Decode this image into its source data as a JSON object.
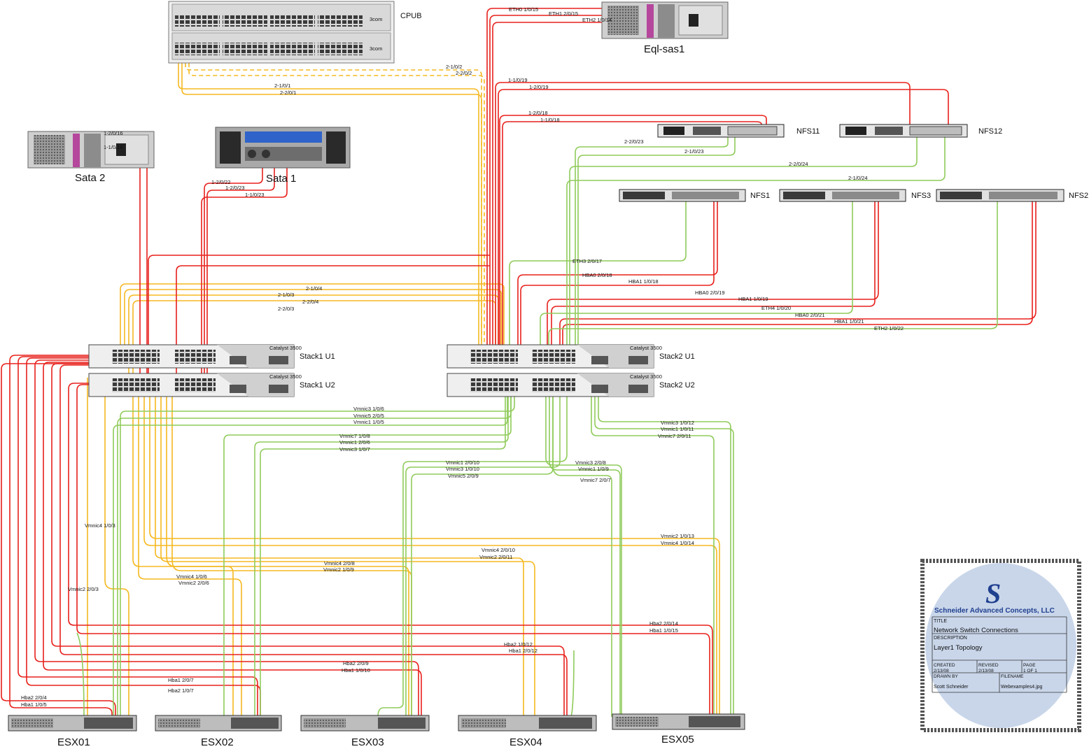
{
  "devices": {
    "cpub": "CPUB",
    "cpub_brand": "3com",
    "eql": "Eql-sas1",
    "sata2": "Sata 2",
    "sata1": "Sata 1",
    "nfs11": "NFS11",
    "nfs12": "NFS12",
    "nfs1": "NFS1",
    "nfs3": "NFS3",
    "nfs2": "NFS2",
    "stack1u1": "Stack1 U1",
    "stack1u2": "Stack1 U2",
    "stack2u1": "Stack2 U1",
    "stack2u2": "Stack2 U2",
    "switch_model": "Catalyst 3500",
    "esx01": "ESX01",
    "esx02": "ESX02",
    "esx03": "ESX03",
    "esx04": "ESX04",
    "esx05": "ESX05"
  },
  "link_labels": {
    "eth0": "ETH0 1/0/15",
    "eth1": "ETH1 2/0/15",
    "eth2": "ETH2 1/0/14",
    "c_2_1_0_2": "2-1/0/2",
    "c_2_2_0_2": "2-2/0/2",
    "c_2_1_0_1": "2-1/0/1",
    "c_2_2_0_1": "2-2/0/1",
    "c_1_1_0_19": "1-1/0/19",
    "c_1_2_0_19": "1-2/0/19",
    "c_1_2_0_18": "1-2/0/18",
    "c_1_1_0_18": "1-1/0/18",
    "s2_1_2_0_16": "1-2/0/16",
    "s2_1_1_0_16": "1-1/0/16",
    "c_2_2_0_23": "2-2/0/23",
    "c_2_1_0_23": "2-1/0/23",
    "c_2_2_0_24": "2-2/0/24",
    "c_2_1_0_24": "2-1/0/24",
    "s1_1_2_0_22": "1-2/0/22",
    "s1_1_2_0_23": "1-2/0/23",
    "s1_1_1_0_23": "1-1/0/23",
    "eth3": "ETH3 2/0/17",
    "hba0_18": "HBA0 2/0/18",
    "hba1_18": "HBA1 1/0/18",
    "c_2_1_0_4": "2-1/0/4",
    "c_2_1_0_3": "2-1/0/3",
    "c_2_2_0_4": "2-2/0/4",
    "c_2_2_0_3": "2-2/0/3",
    "hba0_19": "HBA0 2/0/19",
    "hba1_19": "HBA1 1/0/19",
    "eth4": "ETH4 1/0/20",
    "hba0_21": "HBA0 2/0/21",
    "hba1_21": "HBA1 1/0/21",
    "eth2_22": "ETH2 1/0/22",
    "vm3_106": "Vmnic3 1/0/6",
    "vm5_205": "Vmnic5 2/0/5",
    "vm1_105": "Vmnic1 1/0/5",
    "vm7_108": "Vmnic7 1/0/8",
    "vm1_206": "Vmnic1 2/0/6",
    "vm3_107": "Vmnic3 1/0/7",
    "vm3_1012": "Vmnic3 1/0/12",
    "vm1_1011": "Vmnic1 1/0/11",
    "vm7_2011": "Vmnic7 2/0/11",
    "vm1_2010": "Vmnic1 2/0/10",
    "vm3_1010": "Vmnic3 1/0/10",
    "vm5_209": "Vmnic5 2/0/9",
    "vm3_208": "Vmnic3 2/0/8",
    "vm1_109": "Vmnic1 1/0/9",
    "vm7_207": "Vmnic7 2/0/7",
    "vm4_103": "Vmnic4 1/0/3",
    "vm2_1013": "Vmnic2 1/0/13",
    "vm4_1014": "Vmnic4 1/0/14",
    "vm4_2010": "Vmnic4 2/0/10",
    "vm2_2011": "Vmnic2 2/0/11",
    "vm4_208": "Vmnic4 2/0/8",
    "vm2_109": "Vmnic2 1/0/9",
    "vm4_106": "Vmnic4 1/0/6",
    "vm2_206": "Vmnic2 2/0/6",
    "vm2_203": "Vmnic2 2/0/3",
    "hba2_2014": "Hba2 2/0/14",
    "hba1_1015": "Hba1 1/0/15",
    "hba2_1012": "Hba2 1/0/12",
    "hba1_2012": "Hba1 2/0/12",
    "hba2_209": "Hba2 2/0/9",
    "hba1_1010": "Hba1 1/0/10",
    "hba1_207": "Hba1 2/0/7",
    "hba2_107": "Hba2 1/0/7",
    "hba2_204": "Hba2 2/0/4",
    "hba1_105": "Hba1 1/0/5"
  },
  "title_block": {
    "company": "Schneider Advanced Concepts, LLC",
    "logo_letter": "S",
    "title_label": "TITLE",
    "title": "Network Switch Connections",
    "description_label": "DESCRIPTION",
    "description": "Layer1 Topology",
    "created_label": "CREATED",
    "created": "2/13/08",
    "revised_label": "REVISED",
    "revised": "2/13/08",
    "page_label": "PAGE",
    "page": "1 OF 1",
    "drawn_by_label": "DRAWN BY",
    "drawn_by": "Scott Schneider",
    "filename_label": "FILENAME",
    "filename": "Webexamples4.jpg"
  },
  "colors": {
    "red": "#e8201c",
    "orange": "#f5b820",
    "green": "#8fcb5a",
    "device_grey": "#c9c9c9",
    "device_dark": "#2b2b2b",
    "title_fill": "#c9d6ea"
  }
}
